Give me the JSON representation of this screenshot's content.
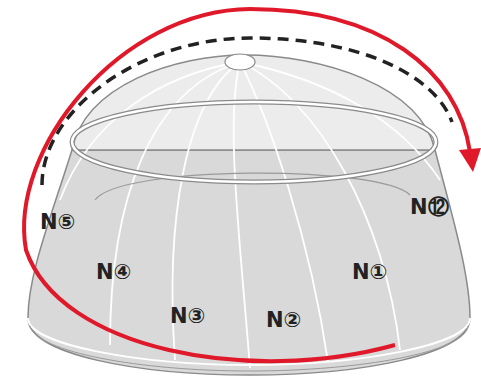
{
  "diagram": {
    "labels": [
      "N⑤",
      "N④",
      "N③",
      "N②",
      "N①",
      "N⑫"
    ]
  }
}
